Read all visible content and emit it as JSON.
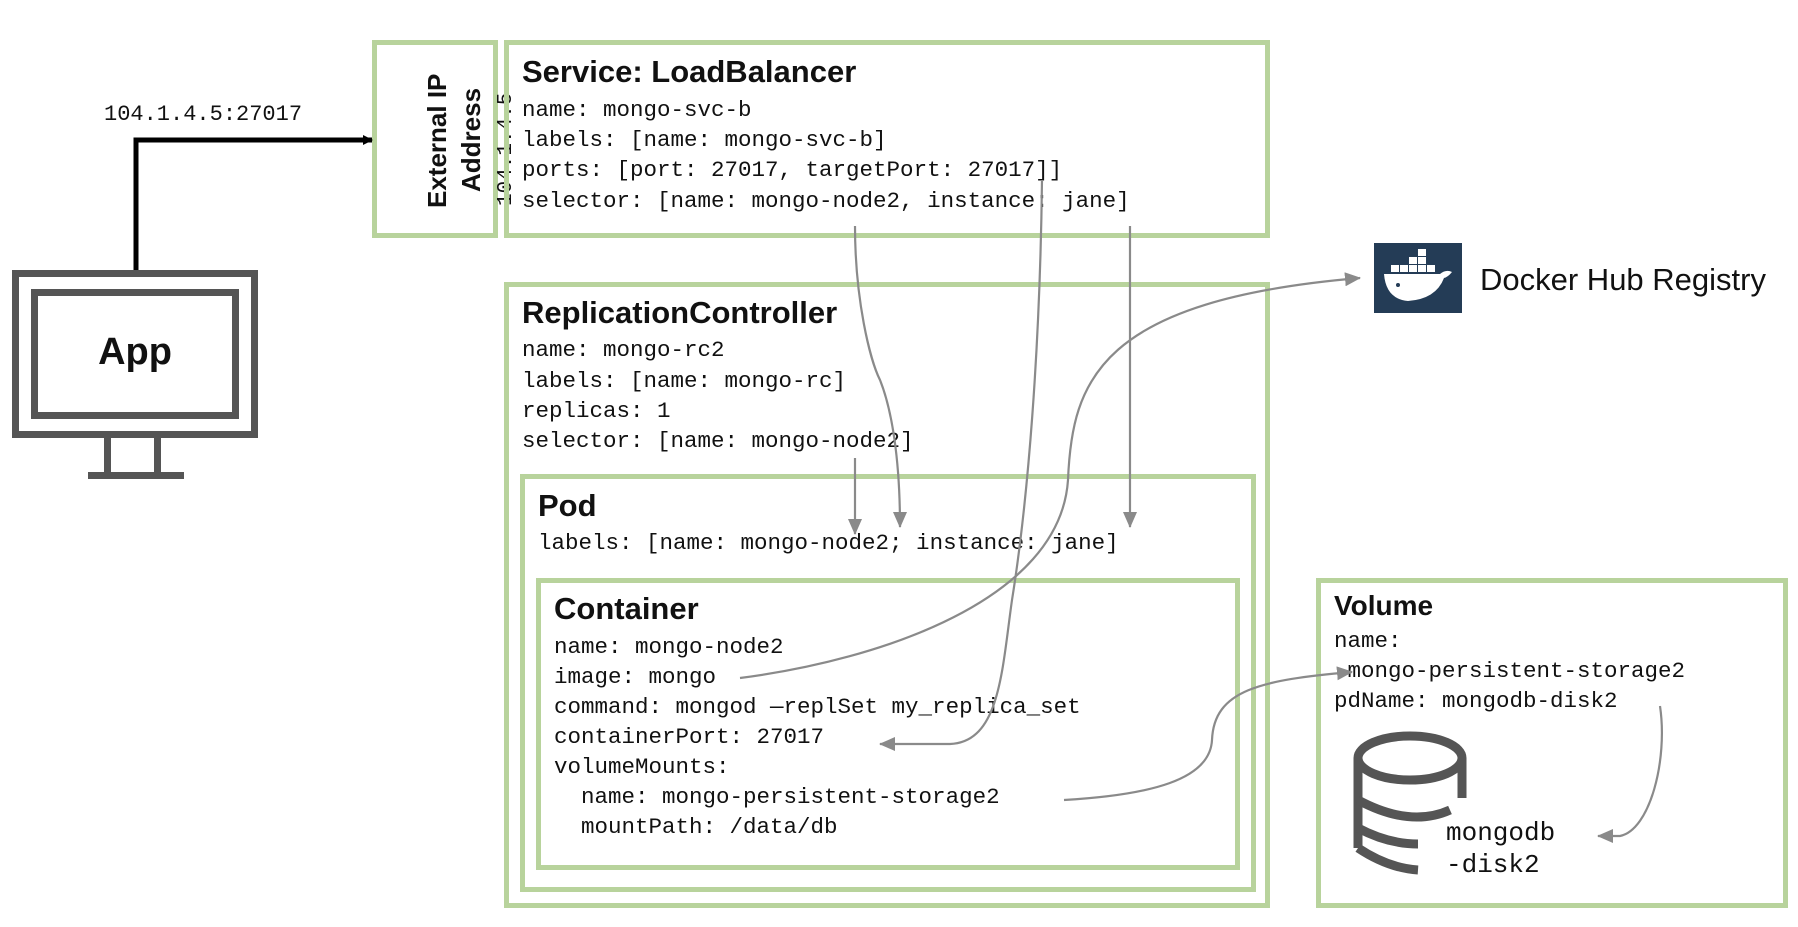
{
  "app": {
    "label": "App",
    "connection": "104.1.4.5:27017"
  },
  "external_ip": {
    "title_line1": "External IP",
    "title_line2": "Address",
    "address": "104.1.4.5"
  },
  "service": {
    "title": "Service: LoadBalancer",
    "lines": [
      "name: mongo-svc-b",
      "labels: [name: mongo-svc-b]",
      "ports: [port: 27017, targetPort: 27017]]",
      "selector: [name: mongo-node2, instance: jane]"
    ]
  },
  "replication_controller": {
    "title": "ReplicationController",
    "lines": [
      "name: mongo-rc2",
      "labels: [name: mongo-rc]",
      "replicas: 1",
      "selector: [name: mongo-node2]"
    ]
  },
  "pod": {
    "title": "Pod",
    "lines": [
      "labels: [name: mongo-node2; instance: jane]"
    ]
  },
  "container": {
    "title": "Container",
    "lines": [
      "name: mongo-node2",
      "image: mongo",
      "command: mongod —replSet my_replica_set",
      "containerPort: 27017",
      "volumeMounts:",
      "  name: mongo-persistent-storage2",
      "  mountPath: /data/db"
    ]
  },
  "volume": {
    "title": "Volume",
    "lines": [
      "name:",
      " mongo-persistent-storage2",
      "pdName: mongodb-disk2"
    ],
    "disk_label_line1": "mongodb",
    "disk_label_line2": "-disk2"
  },
  "docker": {
    "label": "Docker Hub Registry",
    "icon": "docker-whale-icon",
    "icon_bg": "#243c56"
  },
  "colors": {
    "box_border": "#b8d39c",
    "arrow_gray": "#8a8a8a",
    "monitor": "#555555"
  }
}
